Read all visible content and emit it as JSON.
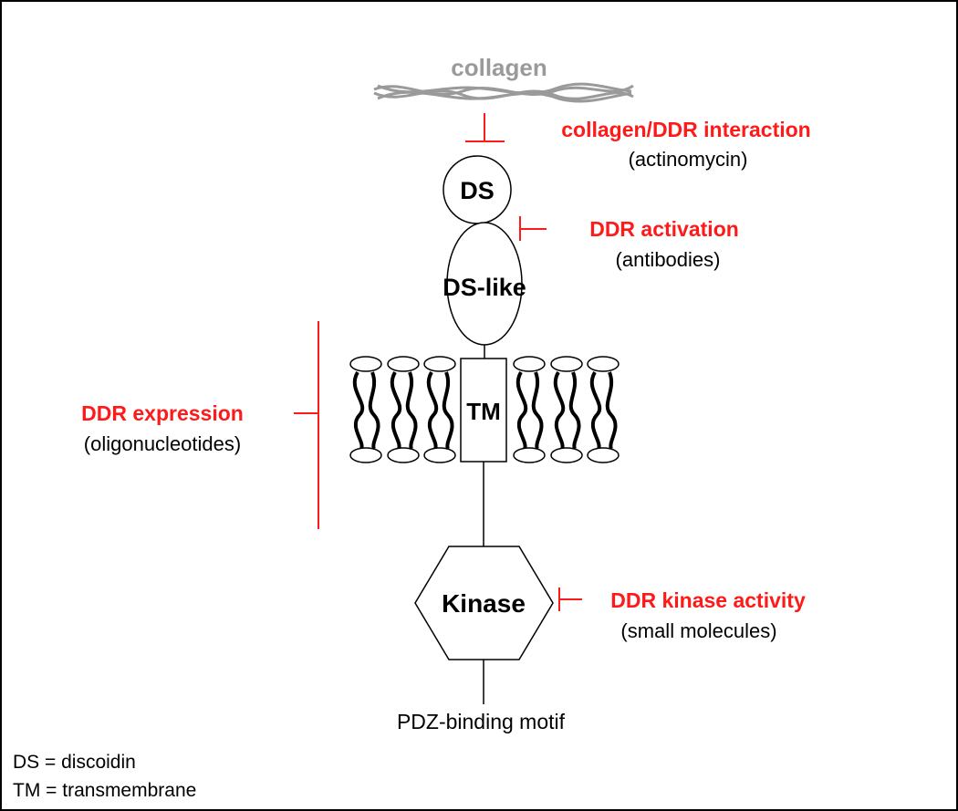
{
  "labels": {
    "collagen": "collagen",
    "ds": "DS",
    "ds_like": "DS-like",
    "tm": "TM",
    "kinase": "Kinase",
    "pdz": "PDZ-binding motif"
  },
  "inhibition_targets": [
    {
      "title": "collagen/DDR interaction",
      "agent": "(actinomycin)"
    },
    {
      "title": "DDR activation",
      "agent": "(antibodies)"
    },
    {
      "title": "DDR expression",
      "agent": "(oligonucleotides)"
    },
    {
      "title": "DDR kinase activity",
      "agent": "(small molecules)"
    }
  ],
  "legend": [
    "DS = discoidin",
    "TM = transmembrane"
  ],
  "colors": {
    "inhibitor": "#ff1a1a",
    "collagen": "#9a9a9a",
    "structure": "#000000",
    "background": "#ffffff"
  }
}
